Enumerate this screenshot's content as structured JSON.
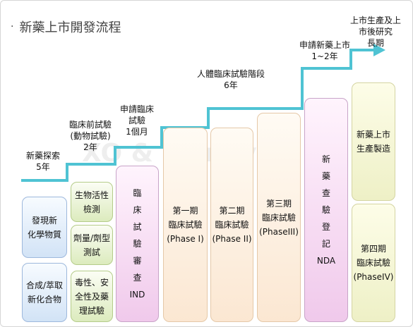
{
  "title": "新藥上市開發流程",
  "title_bullet": "·",
  "watermark": "XO & MoneyDJ",
  "stage_labels": [
    {
      "text": "新藥探索\n5年"
    },
    {
      "text": "臨床前試驗\n(動物試驗)\n2年"
    },
    {
      "text": "申請臨床\n試驗\n1個月"
    },
    {
      "text": "人體臨床試驗階段\n6年"
    },
    {
      "text": "申請新藥上市\n1~2年"
    },
    {
      "text": "上市生產及上\n市後研究\n長期"
    }
  ],
  "boxes": {
    "discovery": "發現新\n化學物質",
    "synthesis": "合成/萃取\n新化合物",
    "bioactivity": "生物活性\n檢測",
    "dosage": "劑量/劑型\n測試",
    "toxicity": "毒性、安\n全性及藥\n理試驗",
    "ind": "臨\n床\n試\n驗\n審\n查\nIND",
    "phase1": "第一期\n臨床試驗\n(Phase I)",
    "phase2": "第二期\n臨床試驗\n(Phase II)",
    "phase3": "第三期\n臨床試驗\n(PhaseIII)",
    "nda": "新\n藥\n查\n驗\n登\n記\nNDA",
    "market": "新藥上市\n生產製造",
    "phase4": "第四期\n臨床試驗\n(PhaseIV)"
  },
  "colors": {
    "stair": "#4fc3d3",
    "discovery_box": "#d2e3f6",
    "preclinical_box": "#dcebbe",
    "review_box": "#f0c9eb",
    "phase_box": "#fbe7d2",
    "postmarket_box": "#eef0c6"
  }
}
